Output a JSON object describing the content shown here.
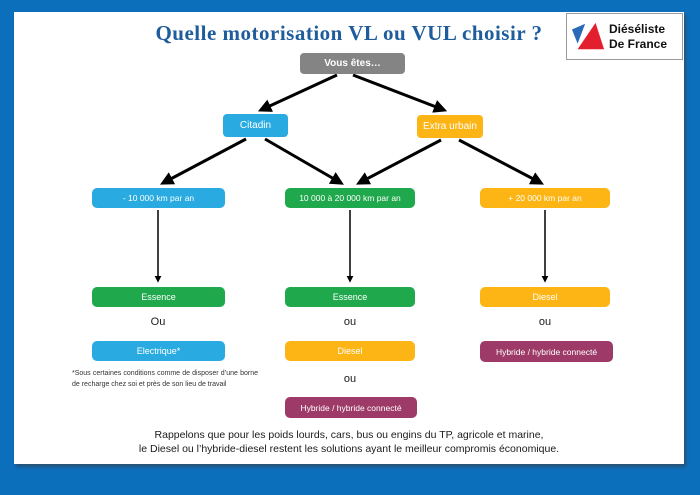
{
  "page": {
    "title": "Quelle motorisation VL ou VUL choisir ?",
    "footnote": "*Sous certaines conditions comme de disposer d’une borne de recharge chez soi et près de son lieu de travail",
    "footer_line1": "Rappelons que pour les poids lourds, cars, bus ou engins du TP, agricole et marine,",
    "footer_line2": "le Diesel ou l’hybride-diesel restent les solutions ayant le meilleur compromis économique."
  },
  "logo": {
    "line1": "Diéséliste",
    "line2": "De France"
  },
  "nodes": {
    "root": "Vous êtes…",
    "citadin": "Citadin",
    "extra_urbain": "Extra urbain",
    "km_low": "- 10 000 km par an",
    "km_mid": "10 000 à 20 000 km par an",
    "km_high": "+ 20 000 km par an",
    "col1_opt1": "Essence",
    "col1_sep1": "Ou",
    "col1_opt2": "Electrique*",
    "col2_opt1": "Essence",
    "col2_sep1": "ou",
    "col2_opt2": "Diesel",
    "col2_sep2": "ou",
    "col2_opt3": "Hybride / hybride connecté",
    "col3_opt1": "Diesel",
    "col3_sep1": "ou",
    "col3_opt2": "Hybride / hybride connecté"
  },
  "colors": {
    "background_blue": "#0c6fbc",
    "title_blue": "#1e5c9b",
    "gray": "#848484",
    "blue": "#29abe2",
    "yellow": "#fcb514",
    "green": "#1fa84c",
    "purple": "#9d3a68",
    "logo_red": "#e31e2d",
    "logo_blue": "#2a6ab8"
  }
}
